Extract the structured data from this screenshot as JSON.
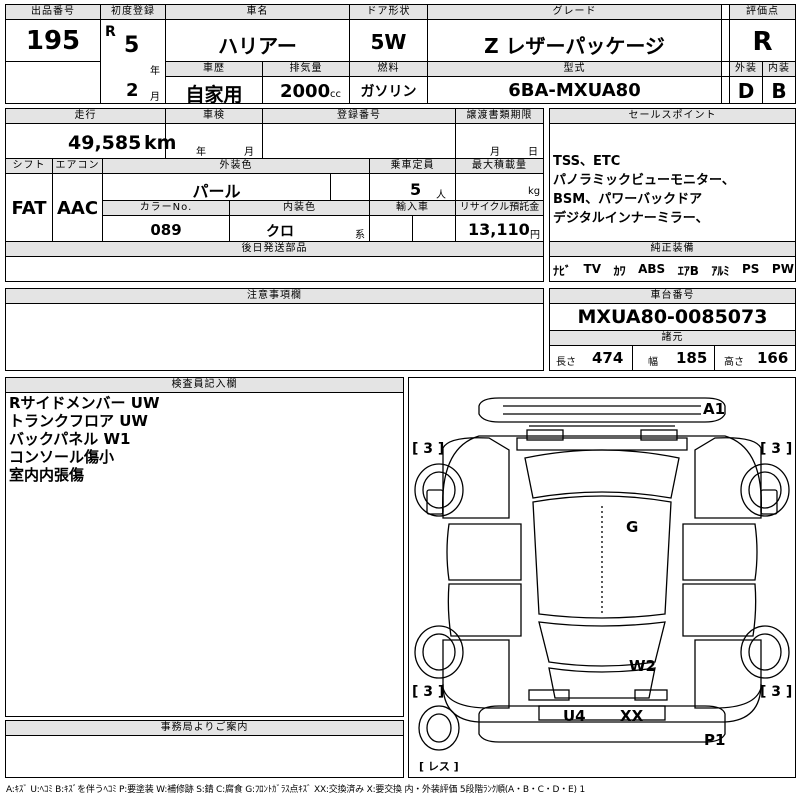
{
  "header": {
    "lot_label": "出品番号",
    "lot_value": "195",
    "first_reg_label": "初度登録",
    "era": "R",
    "reg_year": "5",
    "year_unit": "年",
    "reg_month": "2",
    "month_unit": "月",
    "name_label": "車名",
    "name_value": "ハリアー",
    "door_label": "ドア形状",
    "door_value": "5W",
    "grade_label": "グレード",
    "grade_value": "Z レザーパッケージ",
    "score_label": "評価点",
    "score_value": "R",
    "history_label": "車歴",
    "history_value": "自家用",
    "displacement_label": "排気量",
    "displacement_value": "2000",
    "displacement_unit": "cc",
    "fuel_label": "燃料",
    "fuel_value": "ガソリン",
    "model_label": "型式",
    "model_value": "6BA-MXUA80",
    "exterior_label": "外装",
    "exterior_value": "D",
    "interior_label": "内装",
    "interior_value": "B"
  },
  "info": {
    "mileage_label": "走行",
    "mileage_value": "49,585",
    "mileage_unit": "km",
    "inspection_label": "車検",
    "inspection_year_unit": "年",
    "inspection_month_unit": "月",
    "plate_label": "登録番号",
    "transfer_label": "譲渡書類期限",
    "transfer_month_unit": "月",
    "transfer_day_unit": "日",
    "shift_label": "シフト",
    "shift_value": "FAT",
    "ac_label": "エアコン",
    "ac_value": "AAC",
    "ext_color_label": "外装色",
    "ext_color_value": "パール",
    "capacity_label": "乗車定員",
    "capacity_value": "5",
    "capacity_unit": "人",
    "max_load_label": "最大積載量",
    "max_load_unit": "kg",
    "color_no_label": "カラーNo.",
    "color_no_value": "089",
    "int_color_label": "内装色",
    "int_color_value": "クロ",
    "int_color_unit": "系",
    "import_label": "輸入車",
    "recycle_label": "リサイクル預託金",
    "recycle_value": "13,110",
    "recycle_unit": "円",
    "parts_label": "後日発送部品"
  },
  "sales": {
    "label": "セールスポイント",
    "lines": [
      "TSS、ETC",
      "パノラミックビューモニター、",
      "BSM、パワーバックドア",
      "デジタルインナーミラー、"
    ]
  },
  "equipment": {
    "label": "純正装備",
    "items": [
      "ﾅﾋﾞ",
      "TV",
      "ｶﾜ",
      "ABS",
      "ｴｱB",
      "ｱﾙﾐ",
      "PS",
      "PW"
    ]
  },
  "caution": {
    "label": "注意事項欄"
  },
  "chassis": {
    "label": "車台番号",
    "value": "MXUA80-0085073"
  },
  "specs": {
    "label": "諸元",
    "length_label": "長さ",
    "length_value": "474",
    "width_label": "幅",
    "width_value": "185",
    "height_label": "高さ",
    "height_value": "166"
  },
  "inspector": {
    "label": "検査員記入欄",
    "notes": [
      "Rサイドメンバー UW",
      "トランクフロア UW",
      "バックパネル W1",
      "コンソール傷小",
      "室内内張傷"
    ]
  },
  "office": {
    "label": "事務局よりご案内"
  },
  "diagram": {
    "marks": {
      "a1": "A1",
      "g": "G",
      "w2": "W2",
      "u4": "U4",
      "xx": "XX",
      "p1": "P1"
    },
    "tire_tl": "[ 3 ]",
    "tire_tr": "[ 3 ]",
    "tire_bl": "[ 3 ]",
    "tire_br": "[ 3 ]",
    "spare": "[ レス ]"
  },
  "legend": "A:ｷｽﾞ U:ﾍｺﾐ B:ｷｽﾞを伴うﾍｺﾐ P:要塗装 W:補修跡 S:錆 C:腐食 G:ﾌﾛﾝﾄｶﾞﾗｽ点ｷｽﾞ XX:交換済み X:要交換 内・外装評価 5段階ﾗﾝｸ順(A・B・C・D・E) 1"
}
